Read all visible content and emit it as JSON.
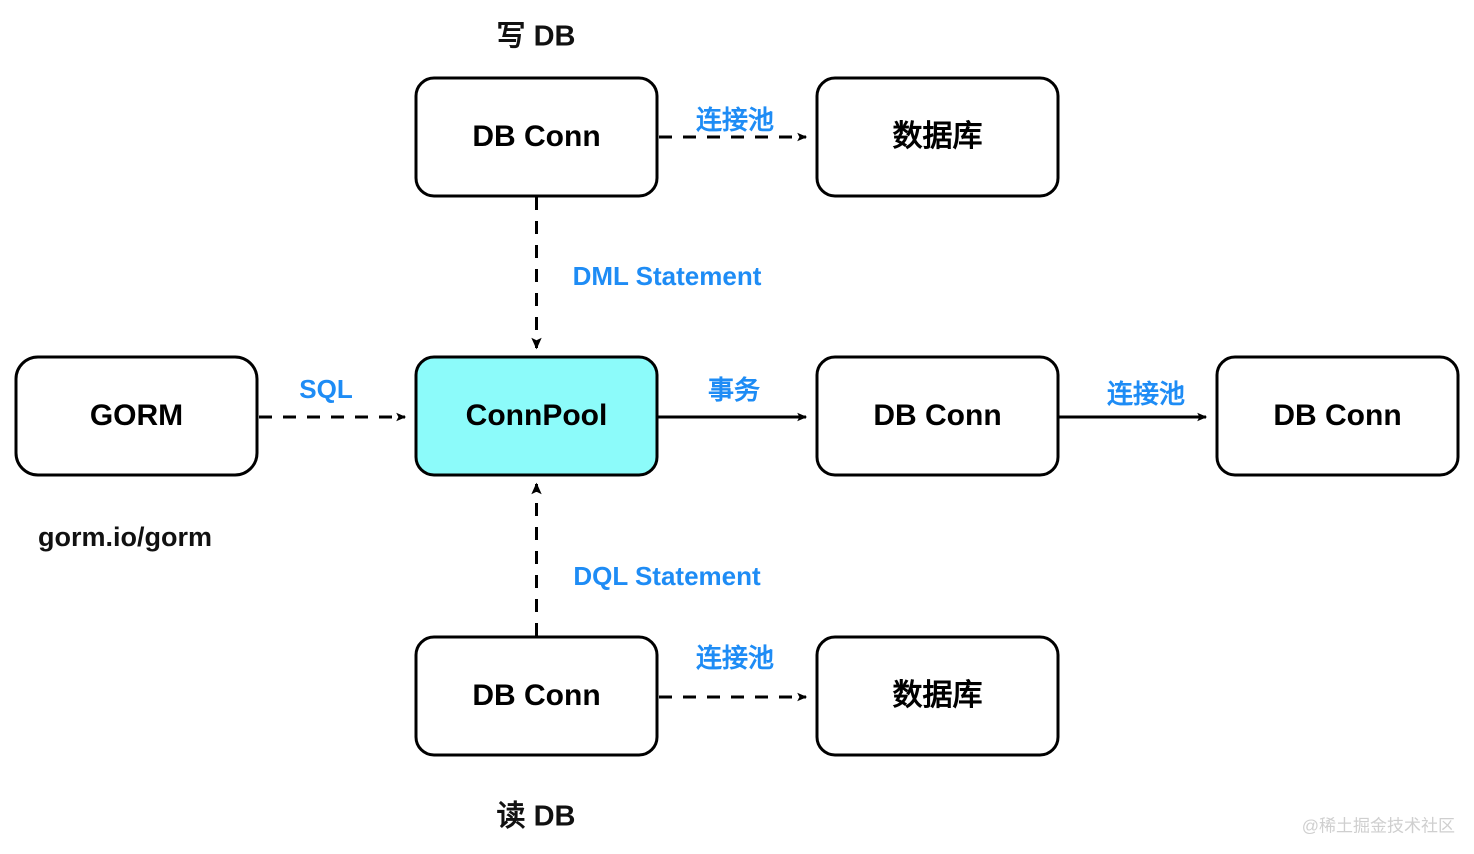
{
  "diagram": {
    "title_top": "写 DB",
    "title_bottom": "读 DB",
    "caption_gorm": "gorm.io/gorm",
    "watermark": "@稀土掘金技术社区",
    "colors": {
      "accent_fill": "#8CFBFA",
      "edge_label": "#1E8CF5",
      "stroke": "#000000",
      "node_fill": "#ffffff",
      "watermark": "#cfcfcf"
    },
    "nodes": [
      {
        "id": "db-conn-write",
        "label": "DB Conn",
        "kind": "plain"
      },
      {
        "id": "database-write",
        "label": "数据库",
        "kind": "plain"
      },
      {
        "id": "gorm",
        "label": "GORM",
        "kind": "plain"
      },
      {
        "id": "connpool",
        "label": "ConnPool",
        "kind": "accent"
      },
      {
        "id": "db-conn-tx",
        "label": "DB Conn",
        "kind": "plain"
      },
      {
        "id": "db-conn-pool",
        "label": "DB Conn",
        "kind": "plain"
      },
      {
        "id": "db-conn-read",
        "label": "DB Conn",
        "kind": "plain"
      },
      {
        "id": "database-read",
        "label": "数据库",
        "kind": "plain"
      }
    ],
    "edges": [
      {
        "id": "edge-write-pool",
        "label": "连接池",
        "style": "dashed",
        "from": "db-conn-write",
        "to": "database-write"
      },
      {
        "id": "edge-dml",
        "label": "DML Statement",
        "style": "dashed",
        "from": "db-conn-write",
        "to": "connpool"
      },
      {
        "id": "edge-sql",
        "label": "SQL",
        "style": "dashed",
        "from": "gorm",
        "to": "connpool"
      },
      {
        "id": "edge-tx",
        "label": "事务",
        "style": "solid",
        "from": "connpool",
        "to": "db-conn-tx"
      },
      {
        "id": "edge-connpool-mid",
        "label": "连接池",
        "style": "solid",
        "from": "db-conn-tx",
        "to": "db-conn-pool"
      },
      {
        "id": "edge-dql",
        "label": "DQL Statement",
        "style": "dashed",
        "from": "db-conn-read",
        "to": "connpool"
      },
      {
        "id": "edge-read-pool",
        "label": "连接池",
        "style": "dashed",
        "from": "db-conn-read",
        "to": "database-read"
      }
    ]
  }
}
